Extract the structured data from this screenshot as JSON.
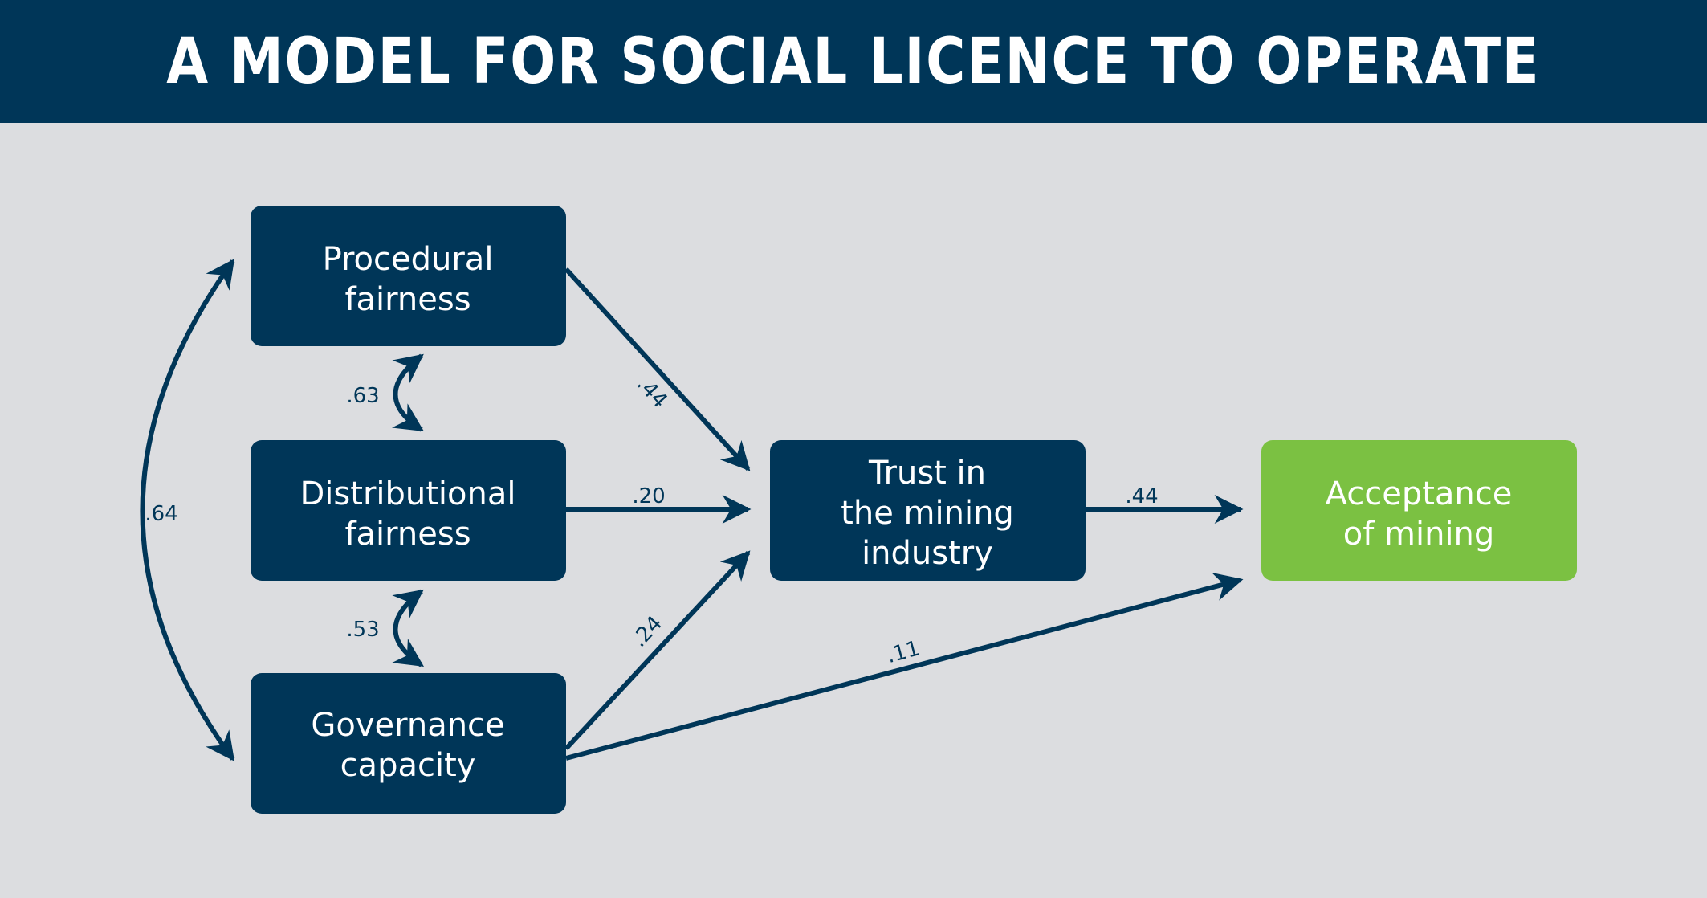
{
  "title": "A MODEL FOR SOCIAL LICENCE TO OPERATE",
  "colors": {
    "banner": "#003658",
    "node": "#003658",
    "accent": "#7bc142",
    "background": "#dcdde0"
  },
  "nodes": {
    "procedural": [
      "Procedural",
      "fairness"
    ],
    "distributional": [
      "Distributional",
      "fairness"
    ],
    "governance": [
      "Governance",
      "capacity"
    ],
    "trust": [
      "Trust in",
      "the mining",
      "industry"
    ],
    "acceptance": [
      "Acceptance",
      "of mining"
    ]
  },
  "edges": {
    "procedural_trust": ".44",
    "distributional_trust": ".20",
    "governance_trust": ".24",
    "governance_acceptance": ".11",
    "trust_acceptance": ".44"
  },
  "correlations": {
    "procedural_distributional": ".63",
    "distributional_governance": ".53",
    "procedural_governance": ".64"
  }
}
